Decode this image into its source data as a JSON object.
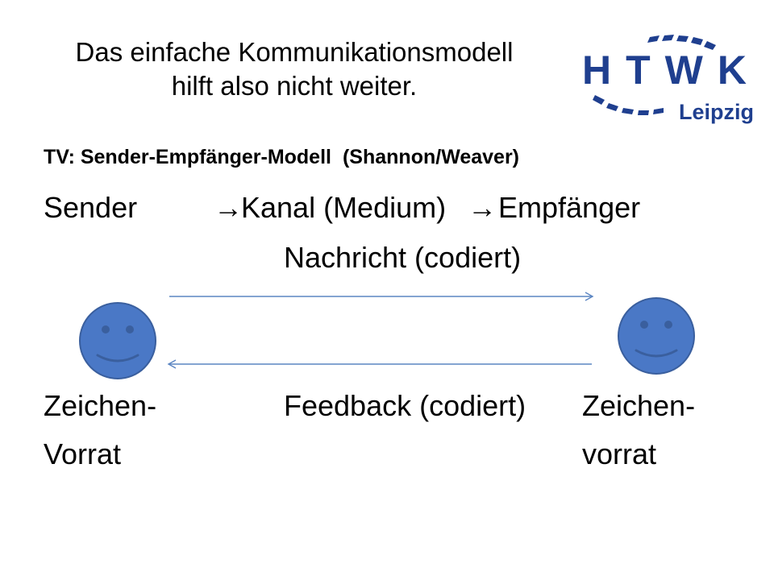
{
  "title": {
    "line1": "Das einfache Kommunikationsmodell",
    "line2": "hilft also nicht weiter."
  },
  "logo": {
    "wordmark": "HTWK",
    "city": "Leipzig",
    "color": "#1f3f8f"
  },
  "subtitle": {
    "part1": "TV: Sender-Empfänger-Modell",
    "part2": "(Shannon/Weaver)"
  },
  "model": {
    "sender": "Sender",
    "arrow": "→",
    "channel": "Kanal (Medium)",
    "receiver": "Empfänger",
    "message": "Nachricht (codiert)",
    "feedback": "Feedback (codiert)"
  },
  "repertoire": {
    "left_line1": "Zeichen-",
    "left_line2": "Vorrat",
    "right_line1": "Zeichen-",
    "right_line2": "vorrat"
  },
  "colors": {
    "face_fill": "#4a78c6",
    "face_stroke": "#3a5f9e",
    "arrow_line": "#5b85c2"
  }
}
